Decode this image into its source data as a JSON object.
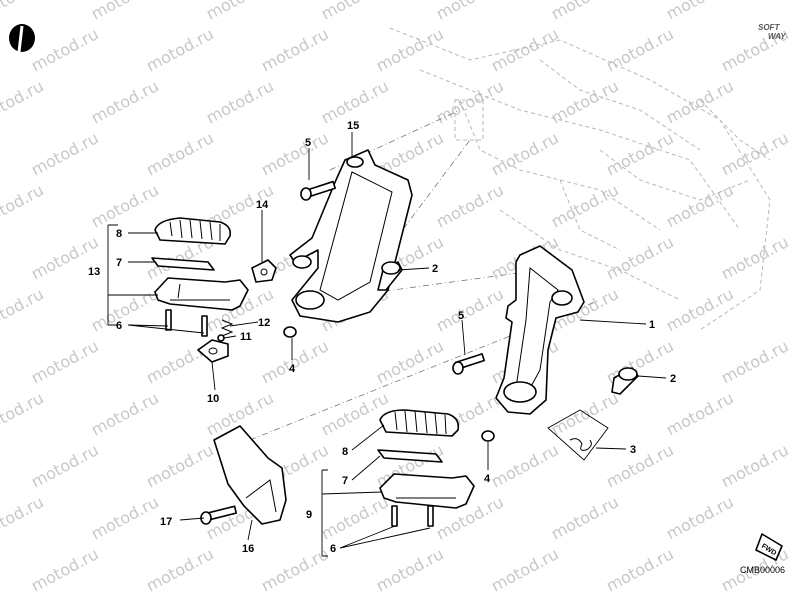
{
  "diagram": {
    "drawing_code": "CMB00006",
    "logo": {
      "line1": "SOFT",
      "line2": "WAY"
    },
    "fwd_label": "FWD",
    "watermark": "motod.ru",
    "callouts": {
      "c1": "1",
      "c2a": "2",
      "c2b": "2",
      "c3": "3",
      "c4a": "4",
      "c4b": "4",
      "c5a": "5",
      "c5b": "5",
      "c6a": "6",
      "c6b": "6",
      "c7a": "7",
      "c7b": "7",
      "c8a": "8",
      "c8b": "8",
      "c9": "9",
      "c10": "10",
      "c11": "11",
      "c12": "12",
      "c13": "13",
      "c14": "14",
      "c15": "15",
      "c16": "16",
      "c17": "17"
    }
  }
}
